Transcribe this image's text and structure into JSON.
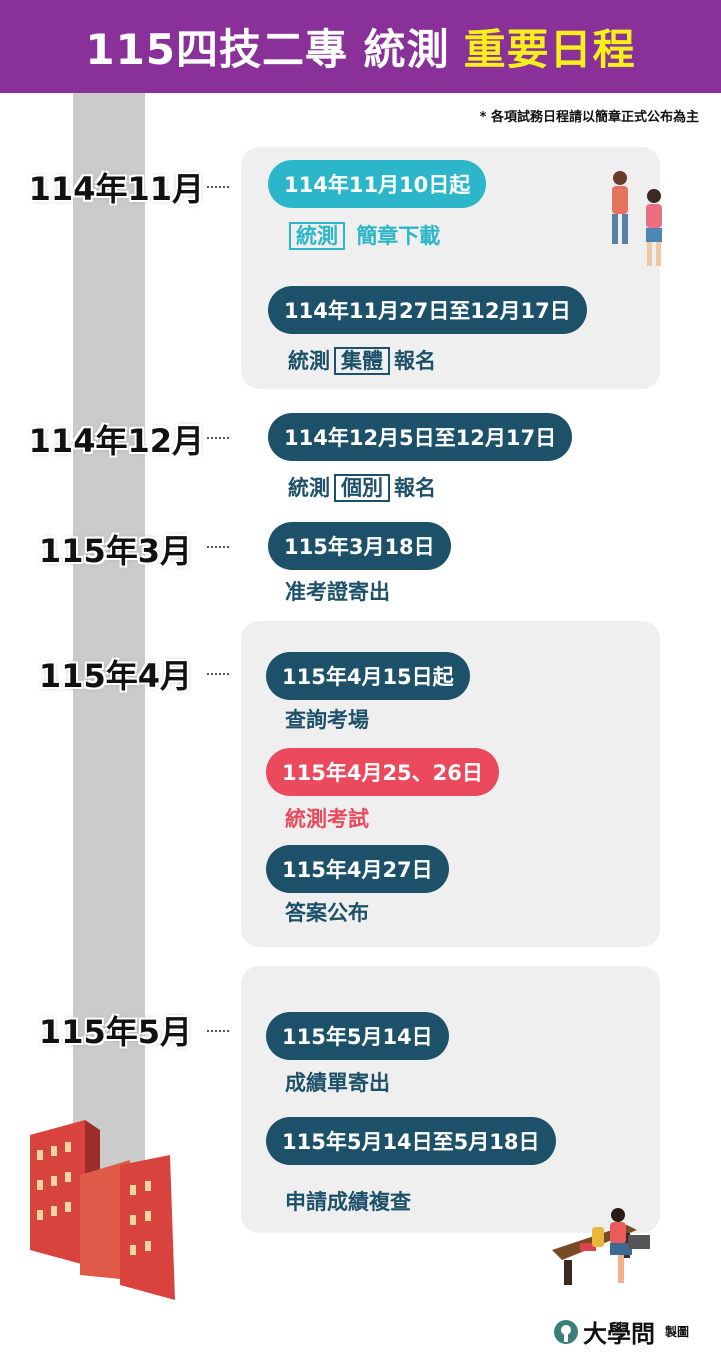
{
  "header": {
    "title_main": "115四技二專 統測",
    "title_highlight": "重要日程"
  },
  "note": "* 各項試務日程請以簡章正式公布為主",
  "months": [
    "114年11月",
    "114年12月",
    "115年3月",
    "115年4月",
    "115年5月"
  ],
  "events": [
    {
      "date": "114年11月10日起",
      "pre": "",
      "boxed": "統測",
      "post": "簡章下載"
    },
    {
      "date": "114年11月27日至12月17日",
      "pre": "統測",
      "boxed": "集體",
      "post": "報名"
    },
    {
      "date": "114年12月5日至12月17日",
      "pre": "統測",
      "boxed": "個別",
      "post": "報名"
    },
    {
      "date": "115年3月18日",
      "label": "准考證寄出"
    },
    {
      "date": "115年4月15日起",
      "label": "查詢考場"
    },
    {
      "date": "115年4月25、26日",
      "label": "統測考試"
    },
    {
      "date": "115年4月27日",
      "label": "答案公布"
    },
    {
      "date": "115年5月14日",
      "label": "成績單寄出"
    },
    {
      "date": "115年5月14日至5月18日",
      "label": "申請成績複查"
    }
  ],
  "footer": {
    "brand": "大學問",
    "suffix": "製圖"
  },
  "colors": {
    "header": "#8a3199",
    "highlight": "#f5ef1b",
    "pill": "#1d5169",
    "teal": "#2bb6c9",
    "red": "#ea4a5c"
  }
}
